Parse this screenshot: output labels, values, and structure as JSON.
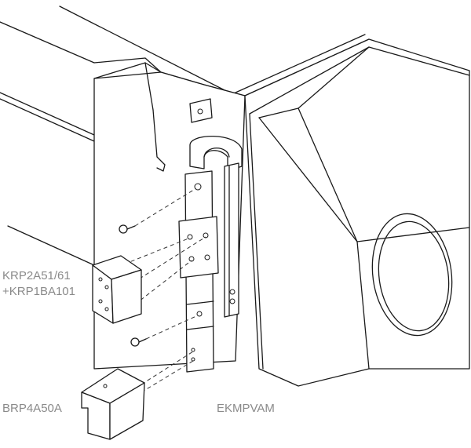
{
  "labels": {
    "krp_line1": "KRP2A51/61",
    "krp_line2": "+KRP1BA101",
    "brp": "BRP4A50A",
    "ekmpvam": "EKMPVAM"
  }
}
